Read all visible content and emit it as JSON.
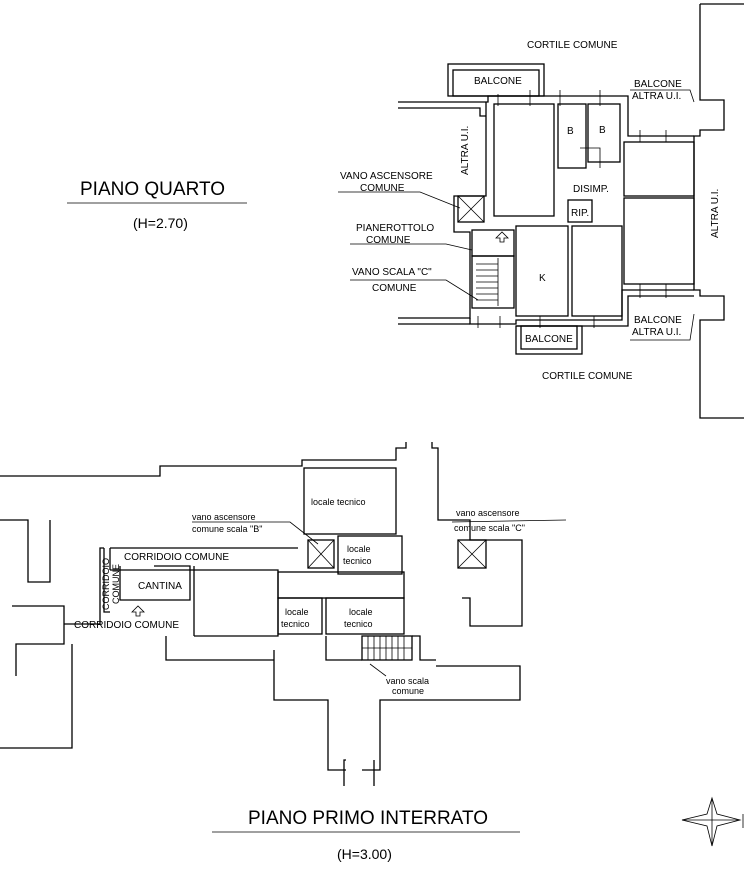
{
  "piano_quarto": {
    "title": "PIANO QUARTO",
    "height": "(H=2.70)",
    "labels": {
      "cortile_top": "CORTILE COMUNE",
      "cortile_bottom": "CORTILE COMUNE",
      "balcone_top": "BALCONE",
      "balcone_bottom": "BALCONE",
      "balcone_altra_top_1": "BALCONE",
      "balcone_altra_top_2": "ALTRA U.I.",
      "balcone_altra_bottom_1": "BALCONE",
      "balcone_altra_bottom_2": "ALTRA U.I.",
      "altra_ui_left": "ALTRA U.I.",
      "altra_ui_right": "ALTRA U.I.",
      "b1": "B",
      "b2": "B",
      "disimp": "DISIMP.",
      "rip": "RIP.",
      "k": "K",
      "vano_ascensore_1": "VANO ASCENSORE",
      "vano_ascensore_2": "COMUNE",
      "pianerottolo_1": "PIANEROTTOLO",
      "pianerottolo_2": "COMUNE",
      "vano_scala_1": "VANO SCALA \"C\"",
      "vano_scala_2": "COMUNE"
    }
  },
  "piano_interrato": {
    "title": "PIANO PRIMO INTERRATO",
    "height": "(H=3.00)",
    "labels": {
      "locale_tecnico_top": "locale tecnico",
      "locale_1a": "locale",
      "locale_1b": "tecnico",
      "locale_2a": "locale",
      "locale_2b": "tecnico",
      "locale_3a": "locale",
      "locale_3b": "tecnico",
      "vano_asc_b_1": "vano ascensore",
      "vano_asc_b_2": "comune scala \"B\"",
      "vano_asc_c_1": "vano ascensore",
      "vano_asc_c_2": "comune scala \"C\"",
      "corridoio_top": "CORRIDOIO COMUNE",
      "corridoio_vert_1": "CORRIDOIO",
      "corridoio_vert_2": "COMUNE",
      "cantina": "CANTINA",
      "corridoio_bottom": "CORRIDOIO COMUNE",
      "vano_scala_1": "vano scala",
      "vano_scala_2": "comune"
    }
  },
  "icons": {
    "north": "compass-star-icon"
  }
}
